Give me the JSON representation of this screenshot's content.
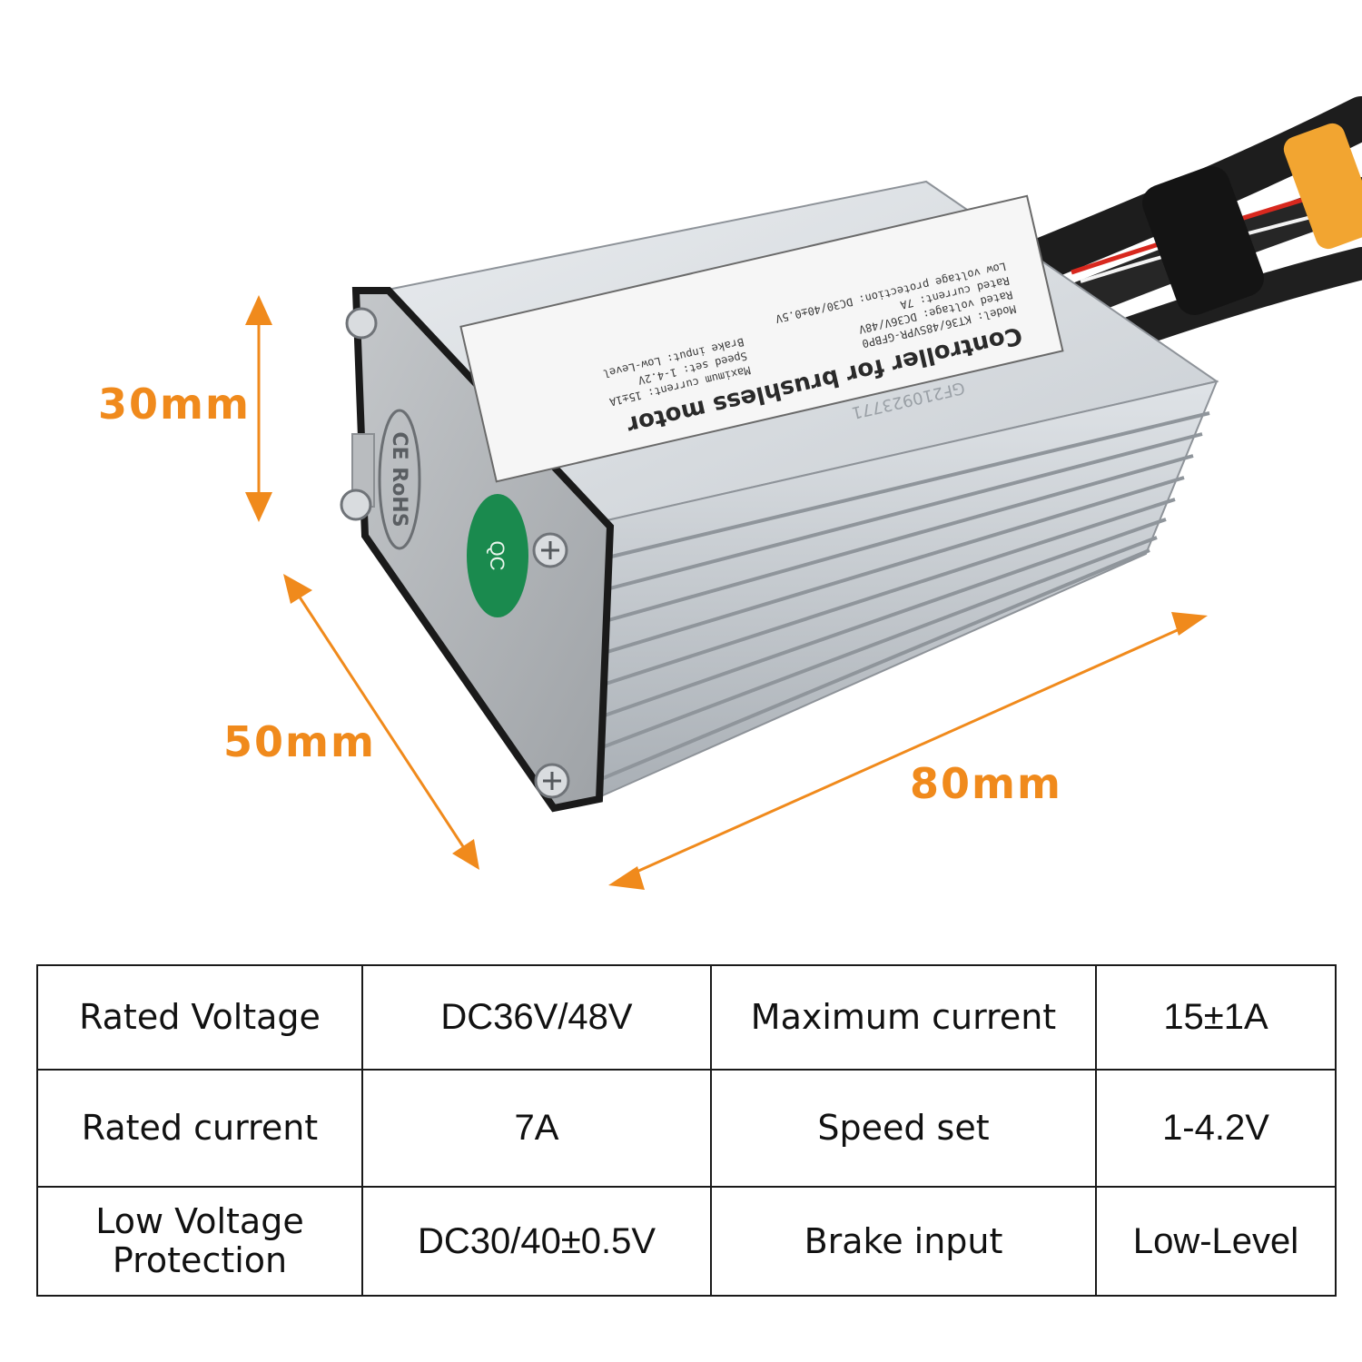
{
  "dimensions": {
    "height": "30mm",
    "depth": "50mm",
    "length": "80mm",
    "arrow_color": "#f08a1c"
  },
  "device": {
    "label_title": "Controller for brushless motor",
    "label_lines": [
      "Model: KT36/48SVPR-GFBP0",
      "Rated voltage: DC36V/48V",
      "Rated current: 7A",
      "Low voltage protection: DC30/40±0.5V",
      "Maximum current: 15±1A",
      "Speed set: 1-4.2V",
      "Brake input: Low-Level"
    ],
    "serial": "GF210923771",
    "qc_sticker": "QC",
    "cert_marks": "CE RoHS",
    "qc_color": "#1a8a4e"
  },
  "specs": {
    "rows": [
      [
        {
          "label": "Rated Voltage",
          "value": "DC36V/48V"
        },
        {
          "label": "Maximum current",
          "value": "15±1A"
        }
      ],
      [
        {
          "label": "Rated current",
          "value": "7A"
        },
        {
          "label": "Speed set",
          "value": "1-4.2V"
        }
      ],
      [
        {
          "label": "Low Voltage Protection",
          "value": "DC30/40±0.5V"
        },
        {
          "label": "Brake input",
          "value": "Low-Level"
        }
      ]
    ]
  }
}
